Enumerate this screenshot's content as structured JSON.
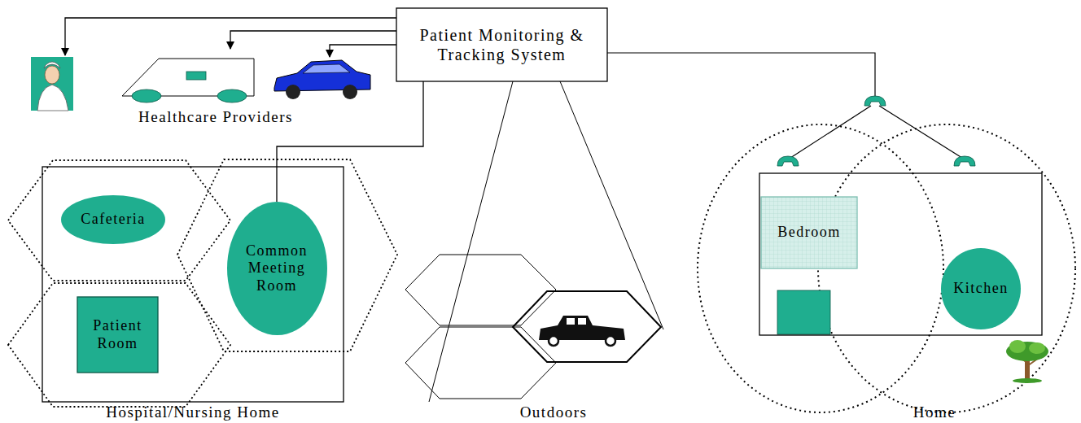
{
  "diagram": {
    "nodes": [
      {
        "text": [
          "Patient Monitoring & Tracking System"
        ]
      },
      {
        "text": [
          "Hospital/Nursing Home"
        ]
      },
      {
        "text": [
          "Cafeteria"
        ],
        "in": 1
      },
      {
        "text": [
          "Patient Room"
        ],
        "in": 1
      },
      {
        "text": [
          "Common Meeting Room"
        ],
        "in": 1
      },
      {
        "text": [
          "Home"
        ]
      },
      {
        "text": [
          "Bedroom"
        ],
        "in": 5
      },
      {
        "text": [
          "Kitchen"
        ],
        "in": 5
      }
    ],
    "edges": [
      {
        "from": 0,
        "to": 4,
        "arrow": "none"
      }
    ],
    "labels": [
      "Healthcare Providers",
      "Outdoors"
    ]
  }
}
